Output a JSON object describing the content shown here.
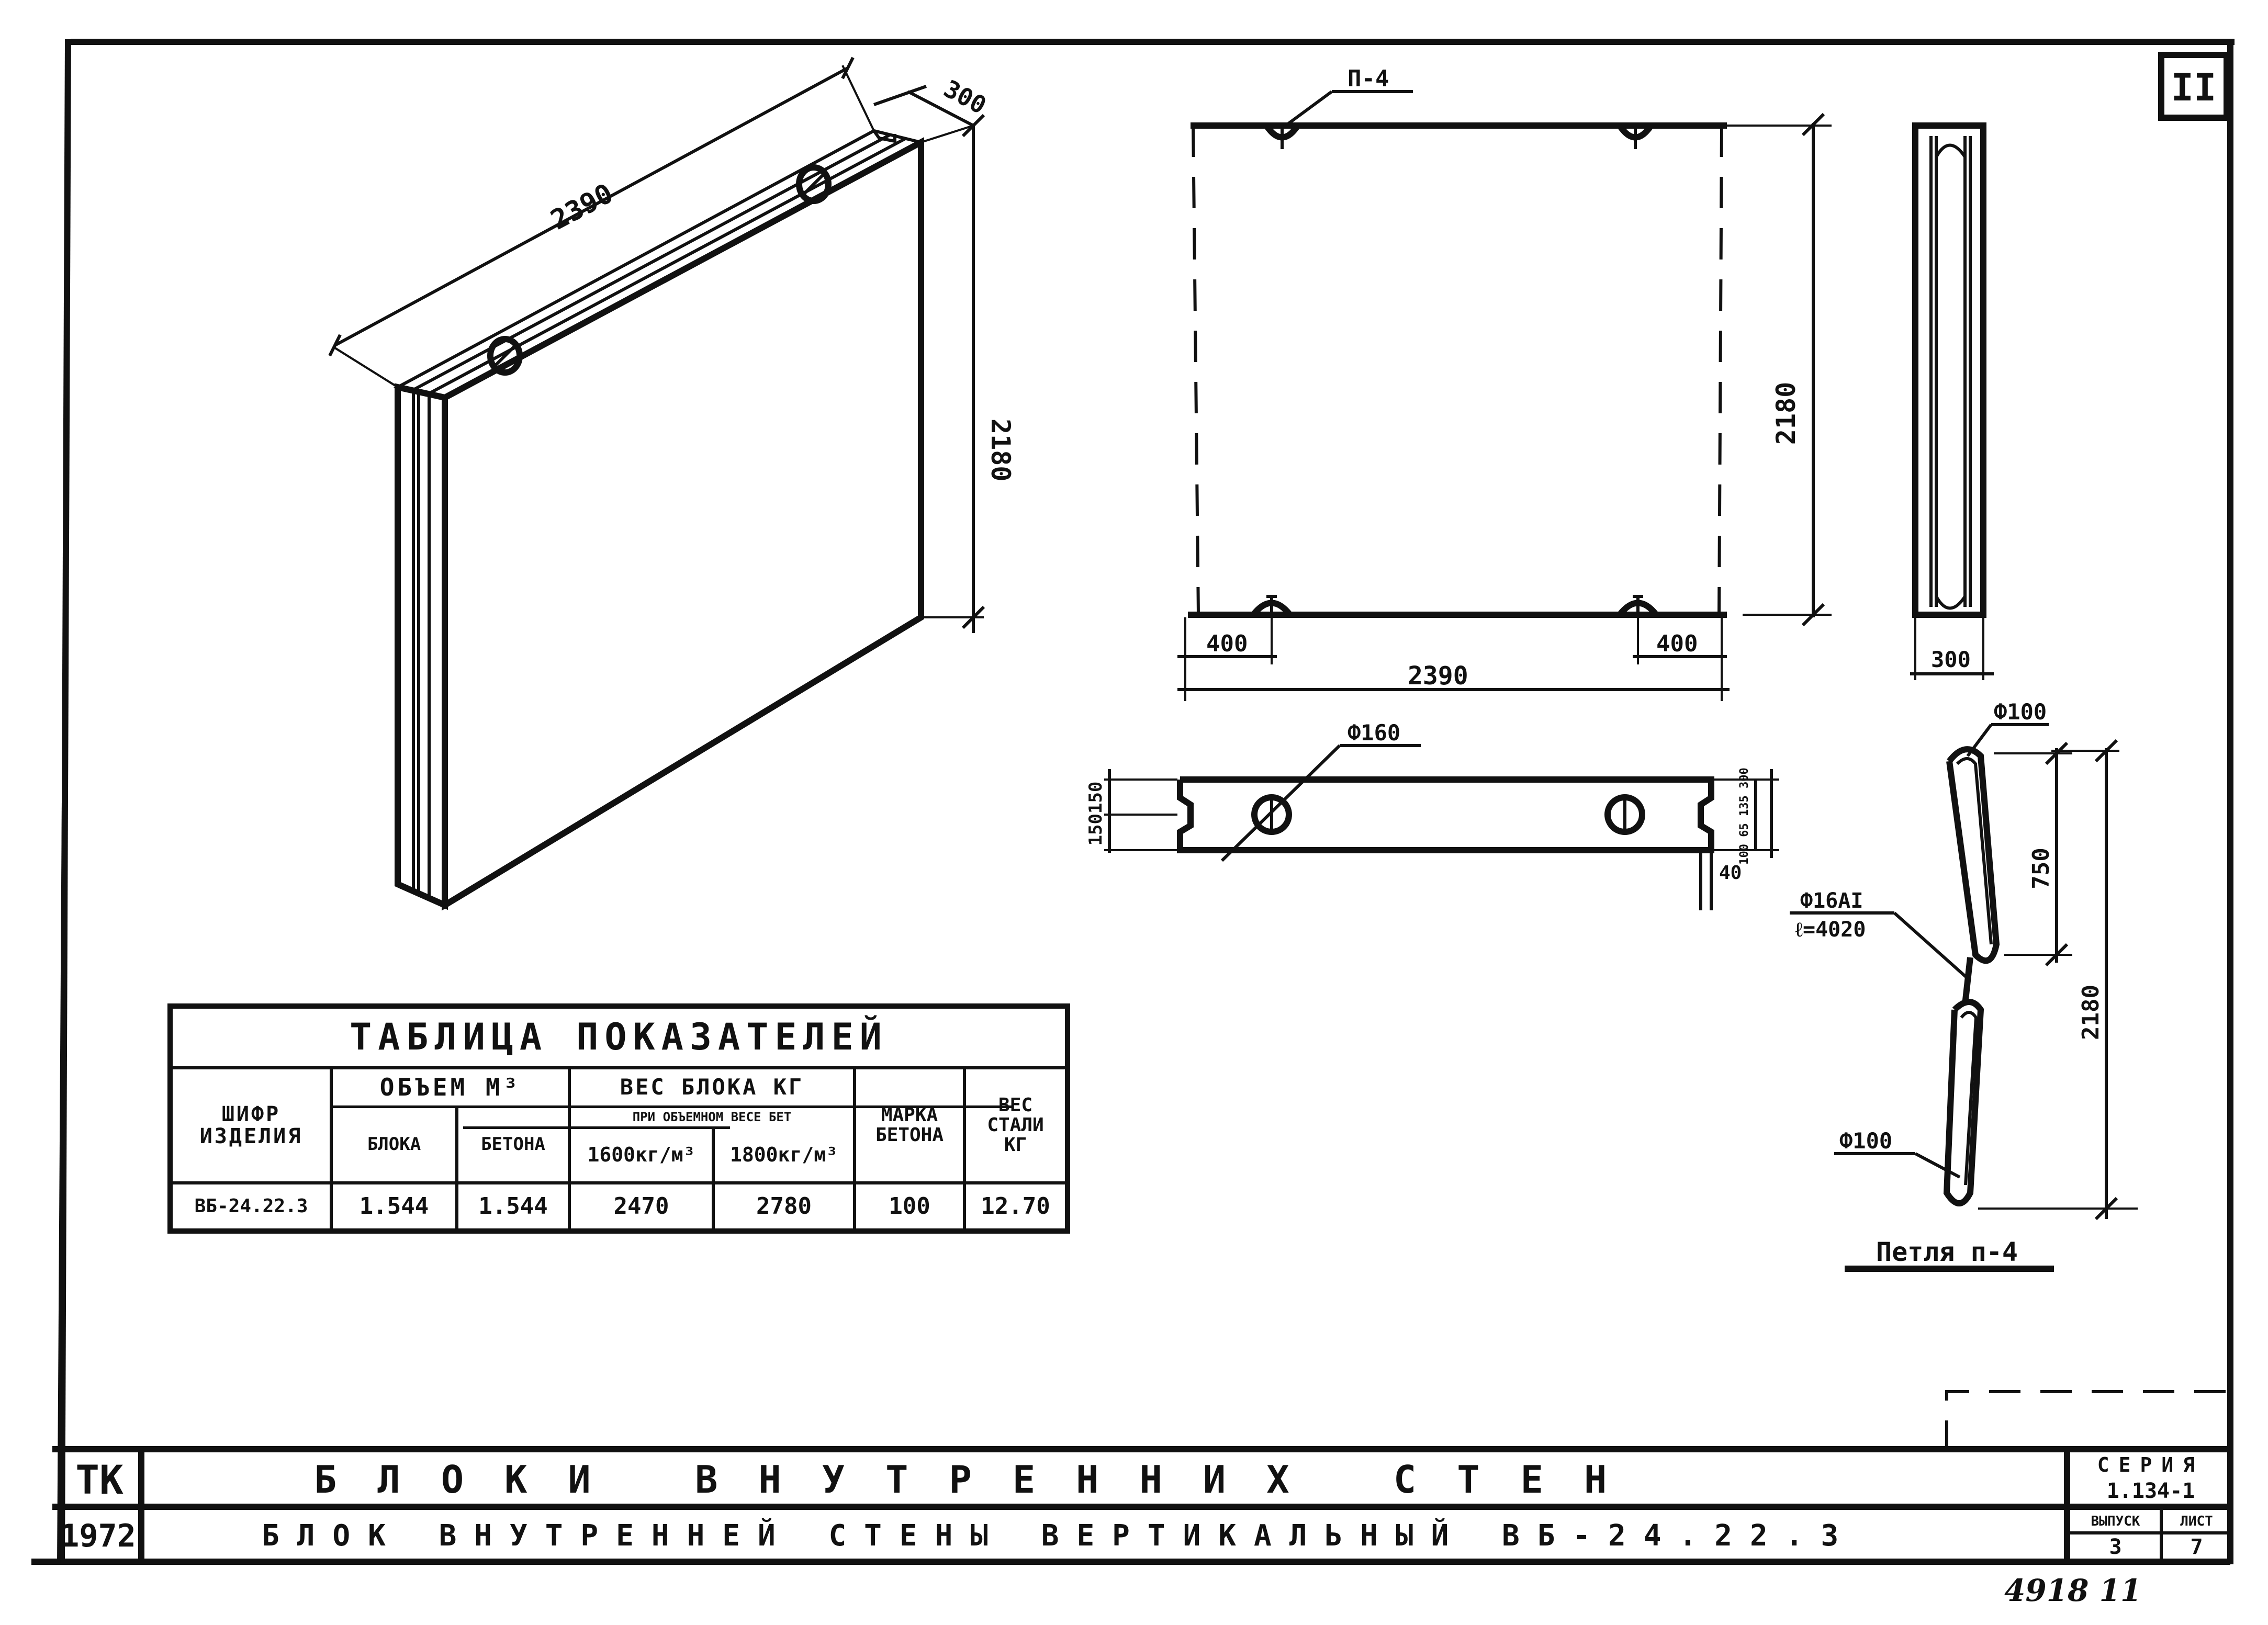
{
  "sheet": {
    "sheet_number": "II",
    "inventory_number": "4918  11"
  },
  "drawing": {
    "iso_length": "2390",
    "iso_thickness": "300",
    "iso_height": "2180",
    "loop_label": "П-4",
    "elev_height": "2180",
    "elev_offset_left": "400",
    "elev_offset_right": "400",
    "elev_width": "2390",
    "side_width": "300",
    "hole_dia": "Ф160",
    "plan_left_dims": "150150",
    "plan_right_dims": "100 65 135 300",
    "plan_right_small": "40",
    "loop_top_dia": "Ф100",
    "loop_upper_len": "750",
    "loop_bar": "Ф16АI",
    "loop_bar_len": "ℓ=4020",
    "loop_total_len": "2180",
    "loop_bottom_dia": "Ф100",
    "loop_title": "Петля п-4"
  },
  "table": {
    "title": "ТАБЛИЦА ПОКАЗАТЕЛЕЙ",
    "h_code": "ШИФР\nИЗДЕЛИЯ",
    "h_volume": "ОБЪЕМ М³",
    "h_vol_block": "БЛОКА",
    "h_vol_concrete": "БЕТОНА",
    "h_weight": "ВЕС БЛОКА КГ",
    "h_weight_sub": "ПРИ ОБЪЕМНОМ ВЕСЕ БЕТ",
    "h_w1600": "1600кг/м³",
    "h_w1800": "1800кг/м³",
    "h_grade": "МАРКА\nБЕТОНА",
    "h_steel": "ВЕС\nСТАЛИ\nКГ",
    "row": {
      "code": "ВБ-24.22.3",
      "vol_block": "1.544",
      "vol_concrete": "1.544",
      "w1600": "2470",
      "w1800": "2780",
      "grade": "100",
      "steel": "12.70"
    }
  },
  "title_block": {
    "org": "ТК",
    "year": "1972",
    "title_main": "БЛОКИ ВНУТРЕННИХ СТЕН",
    "title_sub": "БЛОК ВНУТРЕННЕЙ СТЕНЫ ВЕРТИКАЛЬНЫЙ ВБ-24.22.3",
    "series_label": "СЕРИЯ",
    "series_value": "1.134-1",
    "issue_label": "ВЫПУСК",
    "issue_value": "3",
    "sheet_label": "ЛИСТ",
    "sheet_value": "7"
  }
}
